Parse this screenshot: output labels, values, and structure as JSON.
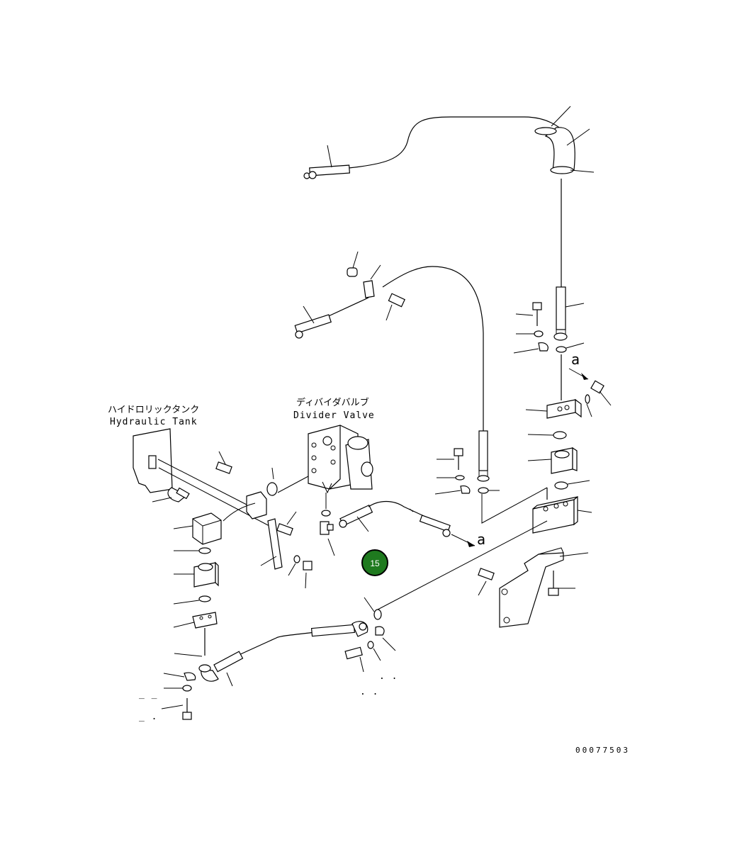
{
  "labels": {
    "hydraulic_tank_jp": "ハイドロリックタンク",
    "hydraulic_tank_en": "Hydraulic Tank",
    "divider_valve_jp": "ディバイダバルブ",
    "divider_valve_en": "Divider Valve",
    "ref_a_top": "a",
    "ref_a_mid": "a",
    "drawing_number": "00077503"
  },
  "hotspot": {
    "number": "15",
    "color": "#1f7a1f"
  }
}
